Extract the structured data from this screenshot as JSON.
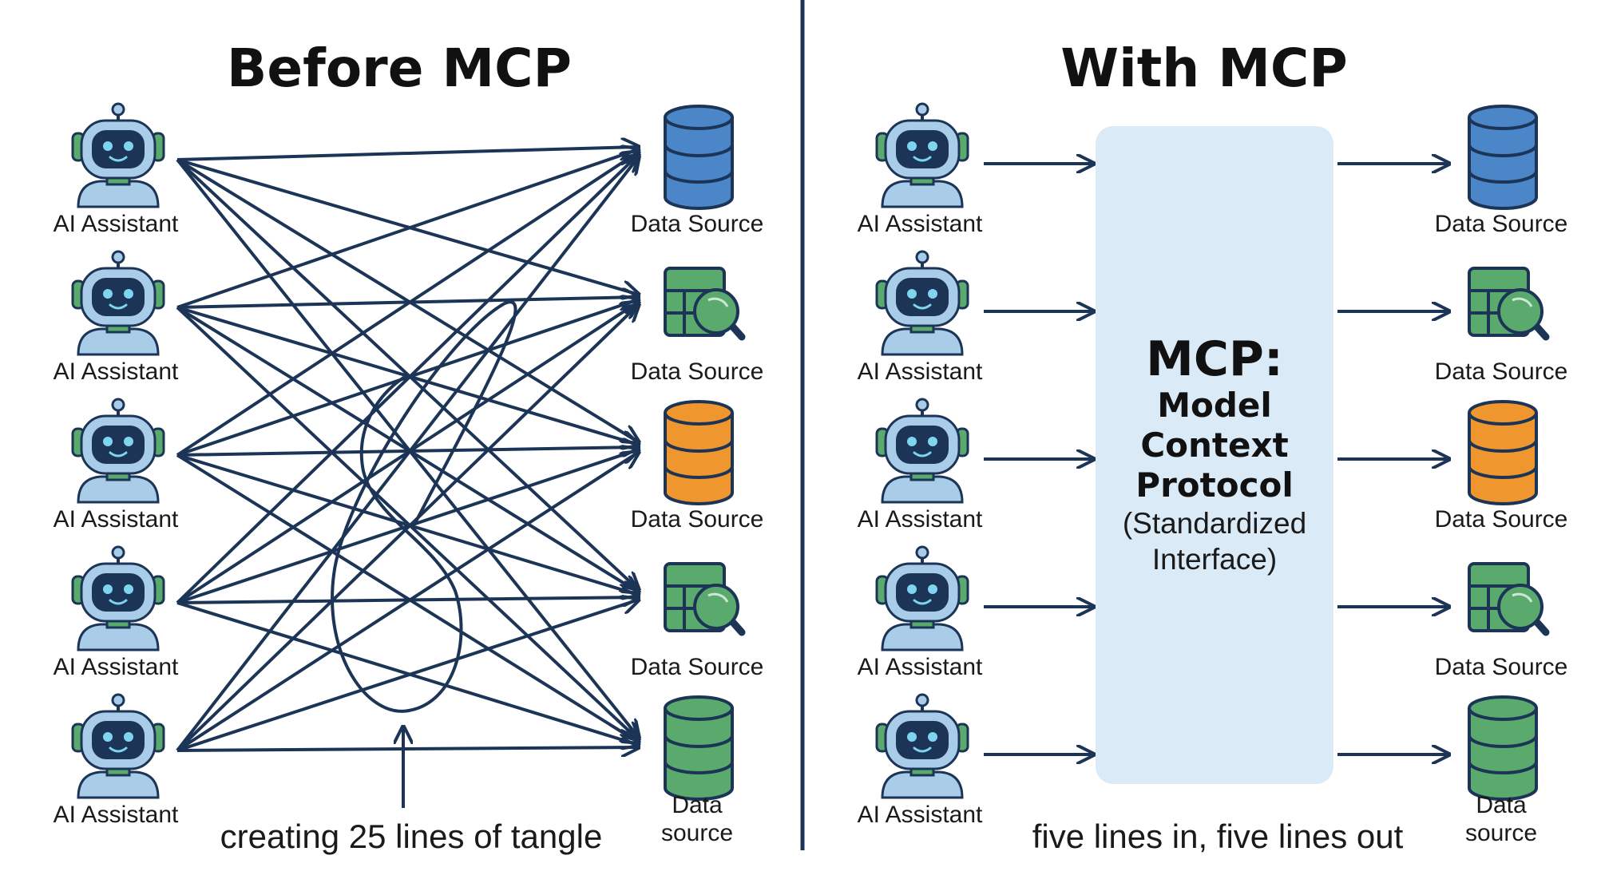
{
  "left_panel": {
    "title": "Before MCP",
    "assistant_label": "AI Assistant",
    "sources": [
      {
        "label": [
          "Data Source"
        ],
        "icon": "database-icon",
        "color": "#4a86c8"
      },
      {
        "label": [
          "Data Source"
        ],
        "icon": "table-search-icon",
        "color": "#5aaa6e"
      },
      {
        "label": [
          "Data Source"
        ],
        "icon": "database-icon",
        "color": "#f0962e"
      },
      {
        "label": [
          "Data Source"
        ],
        "icon": "table-search-icon",
        "color": "#5aaa6e"
      },
      {
        "label": [
          "Data",
          "source"
        ],
        "icon": "database-icon",
        "color": "#5aaa6e"
      }
    ],
    "caption": "creating 25 lines of tangle"
  },
  "right_panel": {
    "title": "With MCP",
    "assistant_label": "AI Assistant",
    "hub": {
      "title": "MCP:",
      "name_lines": [
        "Model",
        "Context",
        "Protocol"
      ],
      "sub_lines": [
        "(Standardized",
        "Interface)"
      ],
      "color": "#daeaf6"
    },
    "sources": [
      {
        "label": [
          "Data Source"
        ],
        "icon": "database-icon",
        "color": "#4a86c8"
      },
      {
        "label": [
          "Data Source"
        ],
        "icon": "table-search-icon",
        "color": "#5aaa6e"
      },
      {
        "label": [
          "Data Source"
        ],
        "icon": "database-icon",
        "color": "#f0962e"
      },
      {
        "label": [
          "Data Source"
        ],
        "icon": "table-search-icon",
        "color": "#5aaa6e"
      },
      {
        "label": [
          "Data",
          "source"
        ],
        "icon": "database-icon",
        "color": "#5aaa6e"
      }
    ],
    "caption": "five lines in, five lines out"
  },
  "colors": {
    "line": "#1c3557",
    "robot_body": "#a9cde9",
    "robot_face": "#1c3557",
    "robot_eyes": "#7fd4ef",
    "robot_neck": "#5aaa6e",
    "divider": "#1c3557"
  }
}
